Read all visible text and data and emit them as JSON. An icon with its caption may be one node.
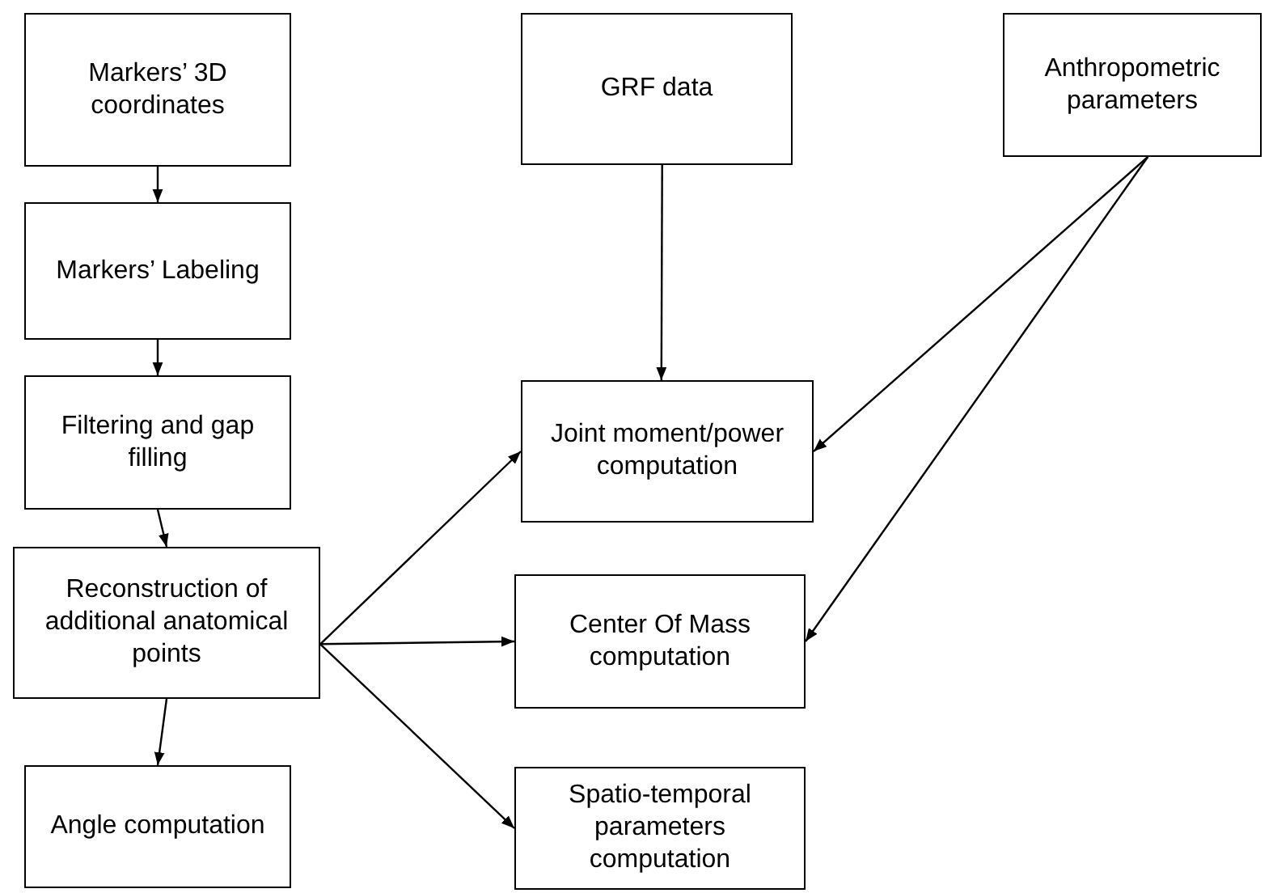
{
  "diagram": {
    "nodes": [
      {
        "text": [
          "Markers’ 3D coordinates"
        ]
      },
      {
        "text": [
          "Markers’ Labeling"
        ]
      },
      {
        "text": [
          "Filtering and gap filling"
        ]
      },
      {
        "text": [
          "Reconstruction of additional anatomical points"
        ]
      },
      {
        "text": [
          "Angle computation"
        ]
      },
      {
        "text": [
          "GRF data"
        ]
      },
      {
        "text": [
          "Anthropometric parameters"
        ]
      },
      {
        "text": [
          "Joint moment/power computation"
        ]
      },
      {
        "text": [
          "Center Of Mass computation"
        ]
      },
      {
        "text": [
          "Spatio-temporal parameters computation"
        ]
      }
    ],
    "edges": [
      {
        "from": 0,
        "to": 1,
        "arrow": "to"
      },
      {
        "from": 1,
        "to": 2,
        "arrow": "to"
      },
      {
        "from": 2,
        "to": 3,
        "arrow": "to"
      },
      {
        "from": 3,
        "to": 4,
        "arrow": "to"
      },
      {
        "from": 3,
        "to": 7,
        "arrow": "to"
      },
      {
        "from": 3,
        "to": 8,
        "arrow": "to"
      },
      {
        "from": 3,
        "to": 9,
        "arrow": "to"
      },
      {
        "from": 5,
        "to": 7,
        "arrow": "to"
      },
      {
        "from": 6,
        "to": 7,
        "arrow": "to"
      },
      {
        "from": 6,
        "to": 8,
        "arrow": "to"
      }
    ]
  }
}
